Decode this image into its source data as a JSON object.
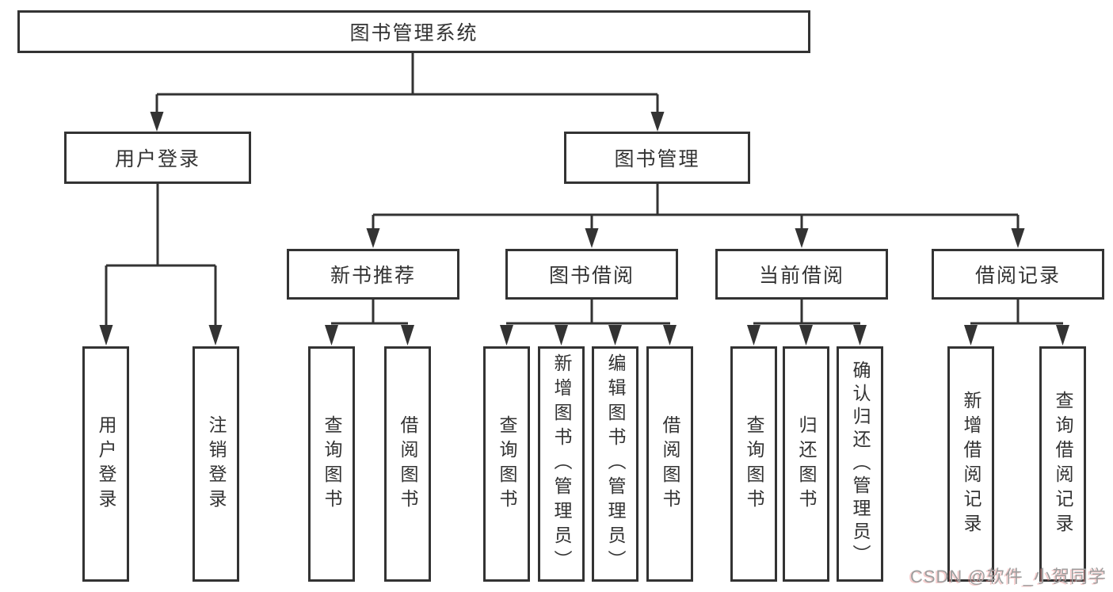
{
  "colors": {
    "line": "#333333",
    "text": "#333333",
    "background": "#ffffff",
    "watermark_gray": "#9e9e9e",
    "watermark_pink": "#ee8e8e"
  },
  "nodes": {
    "system": {
      "label": "图书管理系统"
    },
    "user_login": {
      "label": "用户登录"
    },
    "book_mgmt": {
      "label": "图书管理"
    },
    "new_book_rec": {
      "label": "新书推荐"
    },
    "book_borrow": {
      "label": "图书借阅"
    },
    "current_borrow": {
      "label": "当前借阅"
    },
    "borrow_record": {
      "label": "借阅记录"
    },
    "leaf_user_login": {
      "label": "用户登录"
    },
    "leaf_logout": {
      "label": "注销登录"
    },
    "leaf_query_book_rec": {
      "label": "查询图书"
    },
    "leaf_borrow_book_rec": {
      "label": "借阅图书"
    },
    "leaf_query_book_borrow": {
      "label": "查询图书"
    },
    "leaf_add_book": {
      "label": "新增图书（管理员）"
    },
    "leaf_edit_book": {
      "label": "编辑图书（管理员）"
    },
    "leaf_borrow_book": {
      "label": "借阅图书"
    },
    "leaf_query_book_current": {
      "label": "查询图书"
    },
    "leaf_return_book": {
      "label": "归还图书"
    },
    "leaf_confirm_return": {
      "label": "确认归还（管理员）"
    },
    "leaf_add_record": {
      "label": "新增借阅记录"
    },
    "leaf_query_record": {
      "label": "查询借阅记录"
    }
  },
  "watermark": {
    "text": "CSDN @软件_小贺同学"
  }
}
